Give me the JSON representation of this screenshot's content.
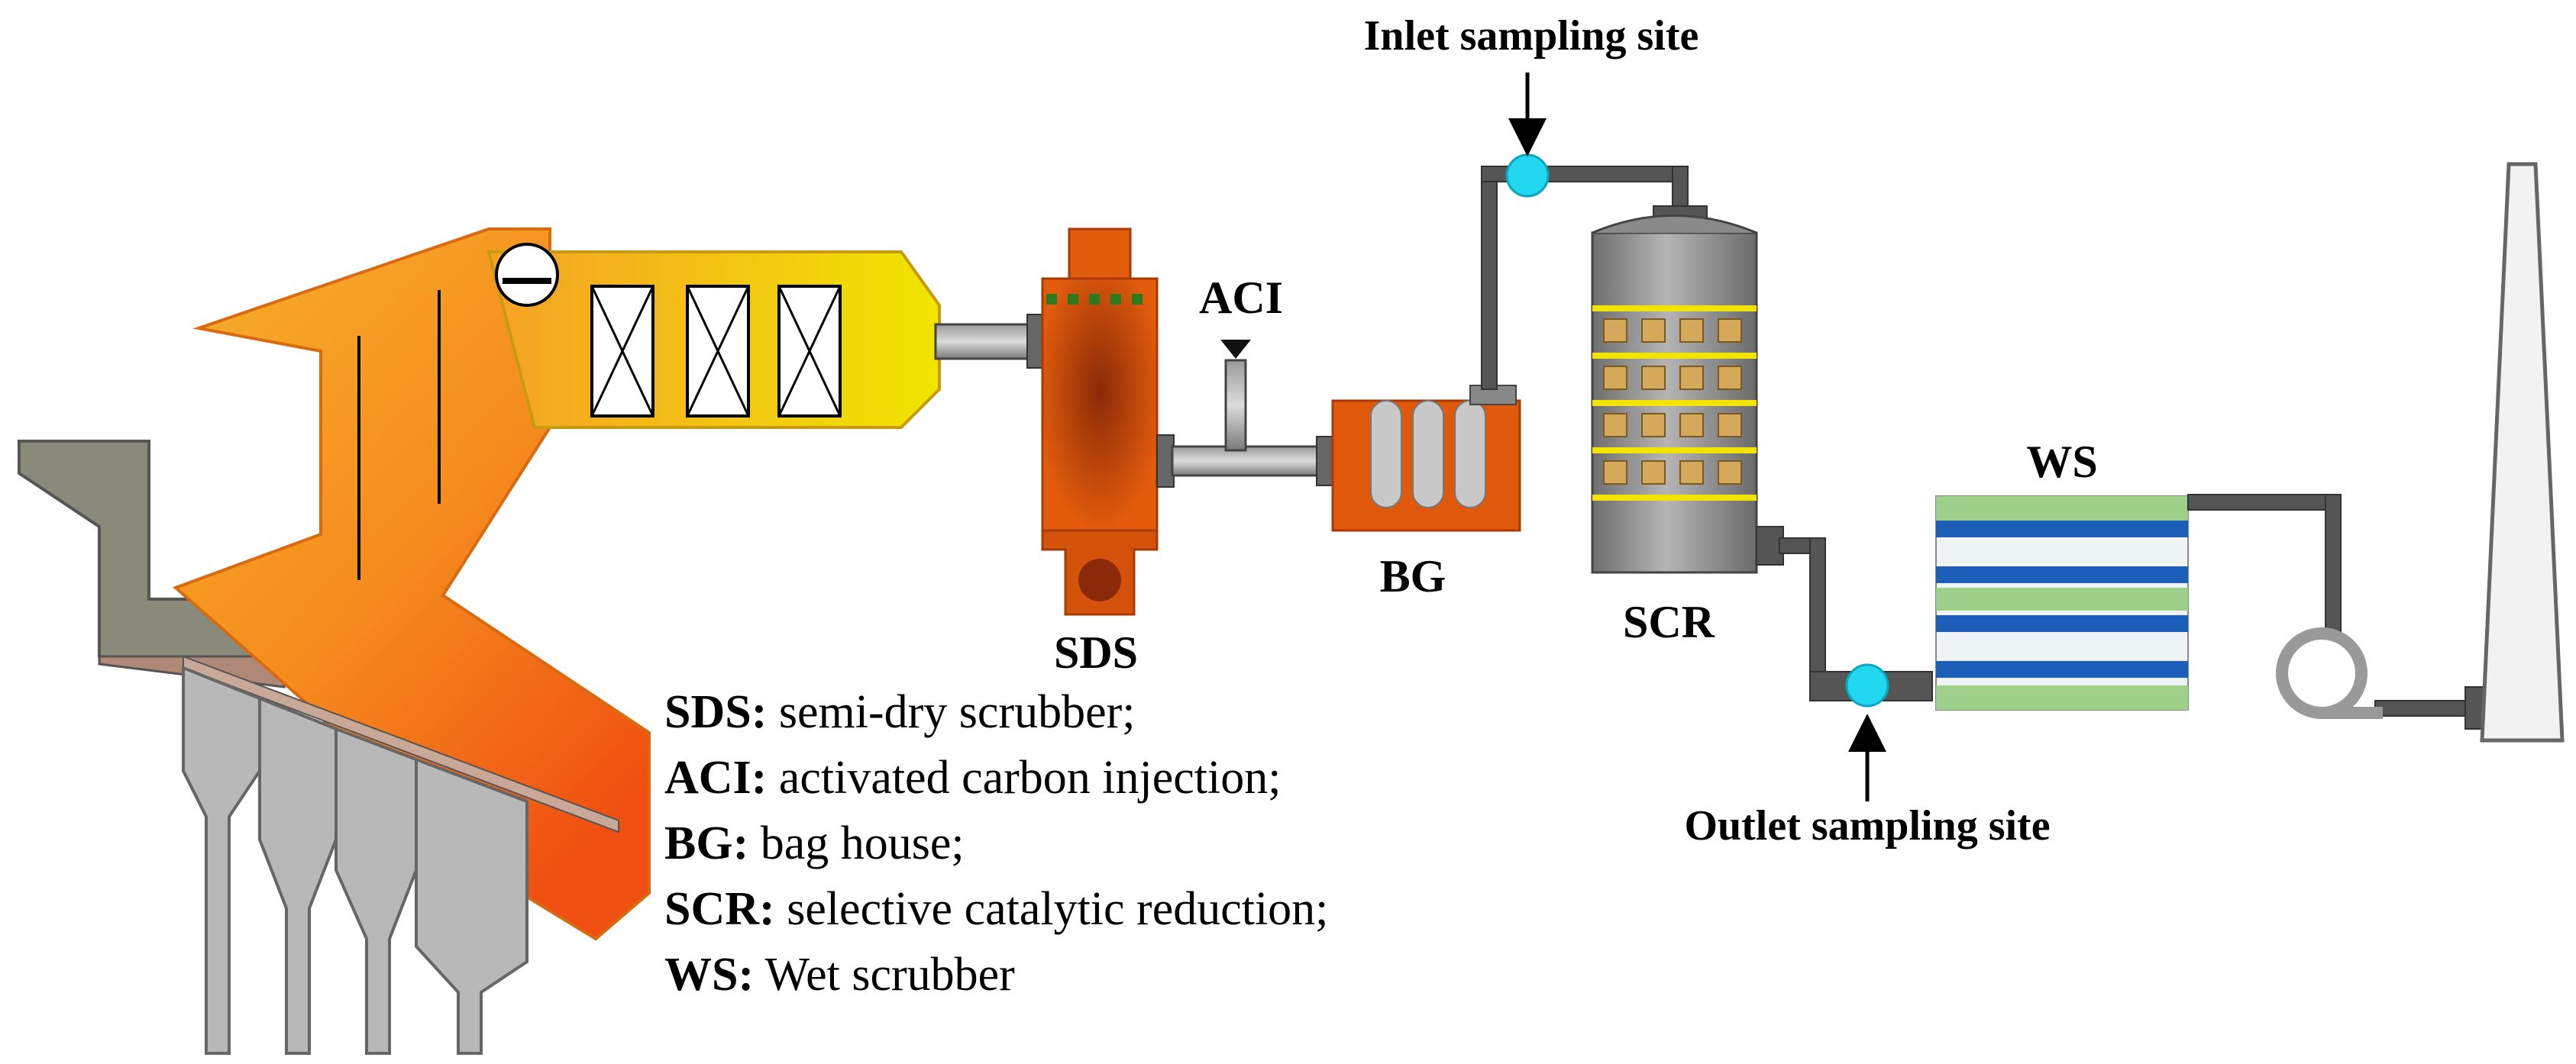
{
  "labels": {
    "inlet_site": "Inlet sampling site",
    "outlet_site": "Outlet sampling site",
    "sds": "SDS",
    "aci": "ACI",
    "bg": "BG",
    "scr": "SCR",
    "ws": "WS"
  },
  "legend": [
    {
      "abbr": "SDS:",
      "text": " semi-dry scrubber;"
    },
    {
      "abbr": "ACI:",
      "text": " activated carbon injection;"
    },
    {
      "abbr": "BG:",
      "text": " bag house;"
    },
    {
      "abbr": "SCR:",
      "text": " selective catalytic reduction;"
    },
    {
      "abbr": "WS:",
      "text": " Wet scrubber"
    }
  ],
  "colors": {
    "sampling_point": "#22d8f0",
    "pipe": "#505050",
    "sds_body": "#e0590b",
    "ws_green": "#9fd08a",
    "ws_blue": "#1d5fb8",
    "scr_band": "#f2e300"
  }
}
